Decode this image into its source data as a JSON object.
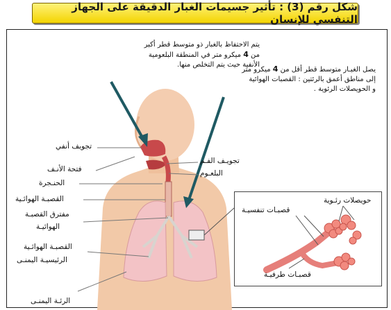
{
  "title": "شكل رقم (3) : تأثير جسيمات الغبار الدقيقة على الجهاز التنفسي للإنسان",
  "note_left": {
    "line1": "يتم الاحتفاظ بالغبار ذو متوسط قطر أكبر",
    "line2_pre": "من ",
    "line2_num": "4",
    "line2_post": " ميكرو متر في المنطقة البلعومية",
    "line3": "الأنفية حيث يتم التخلص منها."
  },
  "note_right": {
    "line1_pre": "يصل الغبـار متوسط قطر أقل من ",
    "line1_num": "4",
    "line1_post": " ميكرو متر",
    "line2": "إلى مناطق أعمق بالرئتين : القصبات الهوائية",
    "line3": "و الحويصلات الرئوية ."
  },
  "labels": {
    "nasal_cavity": "تجويف أنفي",
    "nostril": "فتحة الأنـف",
    "larynx": "الحنـجرة",
    "trachea": "القصبـة الهوائـية",
    "bifurcation_1": "مفترق القصبـة",
    "bifurcation_2": "الهوائيـة",
    "main_bronchus_1": "القصبـة الهوائـية",
    "main_bronchus_2": "الرئيسيـة اليمنـى",
    "right_lung": "الرئـة اليمنـى",
    "oral_cavity": "تجويـف الفـم",
    "pharynx": "البلعـوم"
  },
  "inset": {
    "alveoli": "حويصلات رئـوية",
    "bronchioles": "قصبـات تنفسيـة",
    "terminal": "قصبـات طرفيـة"
  },
  "colors": {
    "title_bg": "#f3d400",
    "skin": "#f2c9a8",
    "lung": "#f3c3c6",
    "airway": "#c8494b",
    "arrow": "#1f5a63",
    "pointer": "#777777"
  }
}
